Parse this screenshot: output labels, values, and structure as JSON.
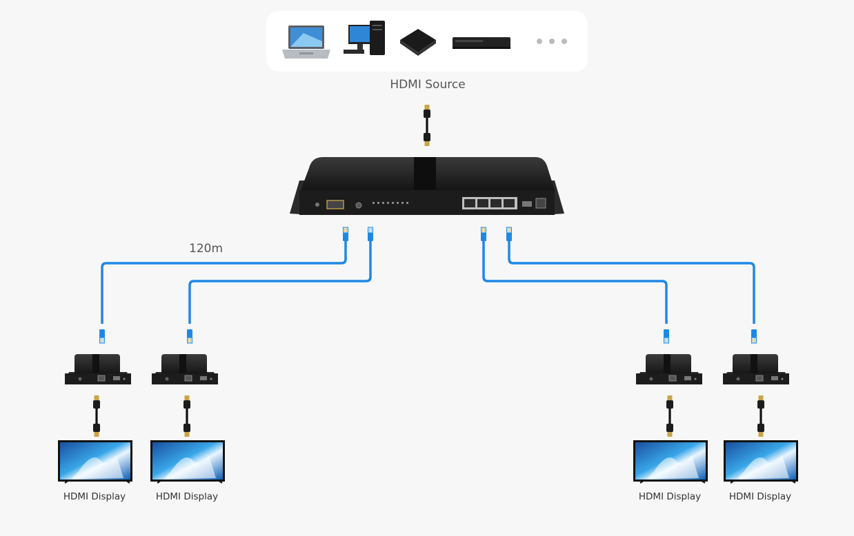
{
  "source": {
    "label": "HDMI Source",
    "devices": [
      "laptop-icon",
      "desktop-pc-icon",
      "set-top-box-icon",
      "blu-ray-player-icon",
      "more-icon"
    ]
  },
  "splitter": {
    "name": "hdmi-extender-splitter"
  },
  "cable": {
    "distance_label": "120m",
    "color": "#1e88e5"
  },
  "displays": [
    {
      "label": "HDMI Display"
    },
    {
      "label": "HDMI Display"
    },
    {
      "label": "HDMI Display"
    },
    {
      "label": "HDMI Display"
    }
  ]
}
